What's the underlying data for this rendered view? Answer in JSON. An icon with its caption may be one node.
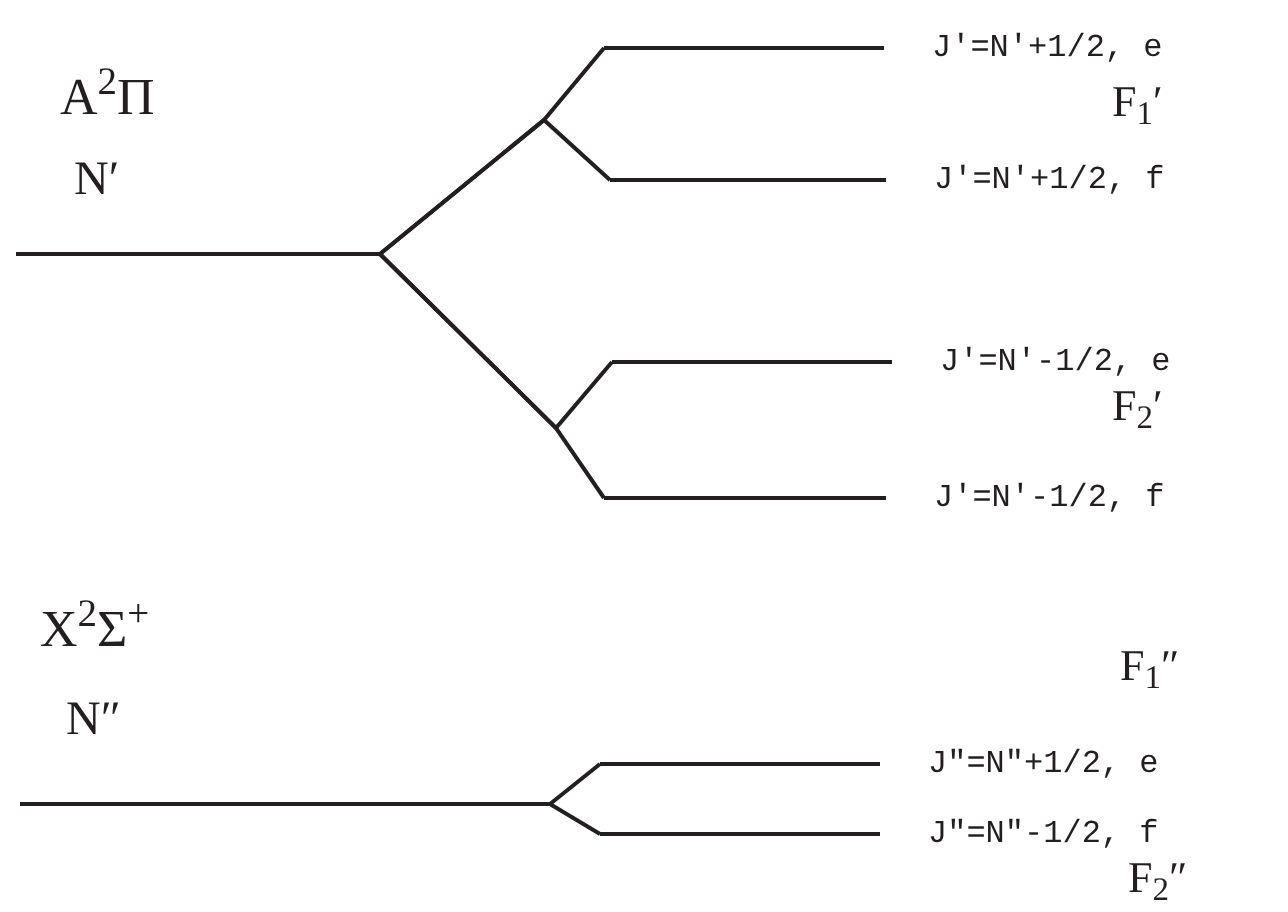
{
  "diagram": {
    "nodes": [
      {
        "text": [],
        "shape": "bar"
      },
      {
        "text": [],
        "shape": "bar",
        "beside": [
          "J′=N′+1/2, e"
        ]
      },
      {
        "text": [],
        "shape": "bar",
        "beside": [
          "J′=N′+1/2, f"
        ]
      },
      {
        "text": [],
        "shape": "bar",
        "beside": [
          "J′=N′-1/2, e"
        ]
      },
      {
        "text": [],
        "shape": "bar",
        "beside": [
          "J′=N′-1/2, f"
        ]
      },
      {
        "text": [],
        "shape": "bar"
      },
      {
        "text": [],
        "shape": "bar",
        "beside": [
          "J″=N″+1/2, e"
        ]
      },
      {
        "text": [],
        "shape": "bar",
        "beside": [
          "J″=N″-1/2, f"
        ]
      }
    ],
    "edges": [
      {
        "from": 0,
        "to": 1,
        "arrow": "none"
      },
      {
        "from": 0,
        "to": 2,
        "arrow": "none"
      },
      {
        "from": 0,
        "to": 3,
        "arrow": "none"
      },
      {
        "from": 0,
        "to": 4,
        "arrow": "none"
      },
      {
        "from": 5,
        "to": 6,
        "arrow": "none"
      },
      {
        "from": 5,
        "to": 7,
        "arrow": "none"
      }
    ],
    "labels": [
      "A$^{2}$Π",
      "N′",
      "F$_{1}$′",
      "F$_{2}$′",
      "X$^{2}$Σ$^{+}$",
      "N″",
      "F$_{1}$″",
      "F$_{2}$″"
    ]
  }
}
